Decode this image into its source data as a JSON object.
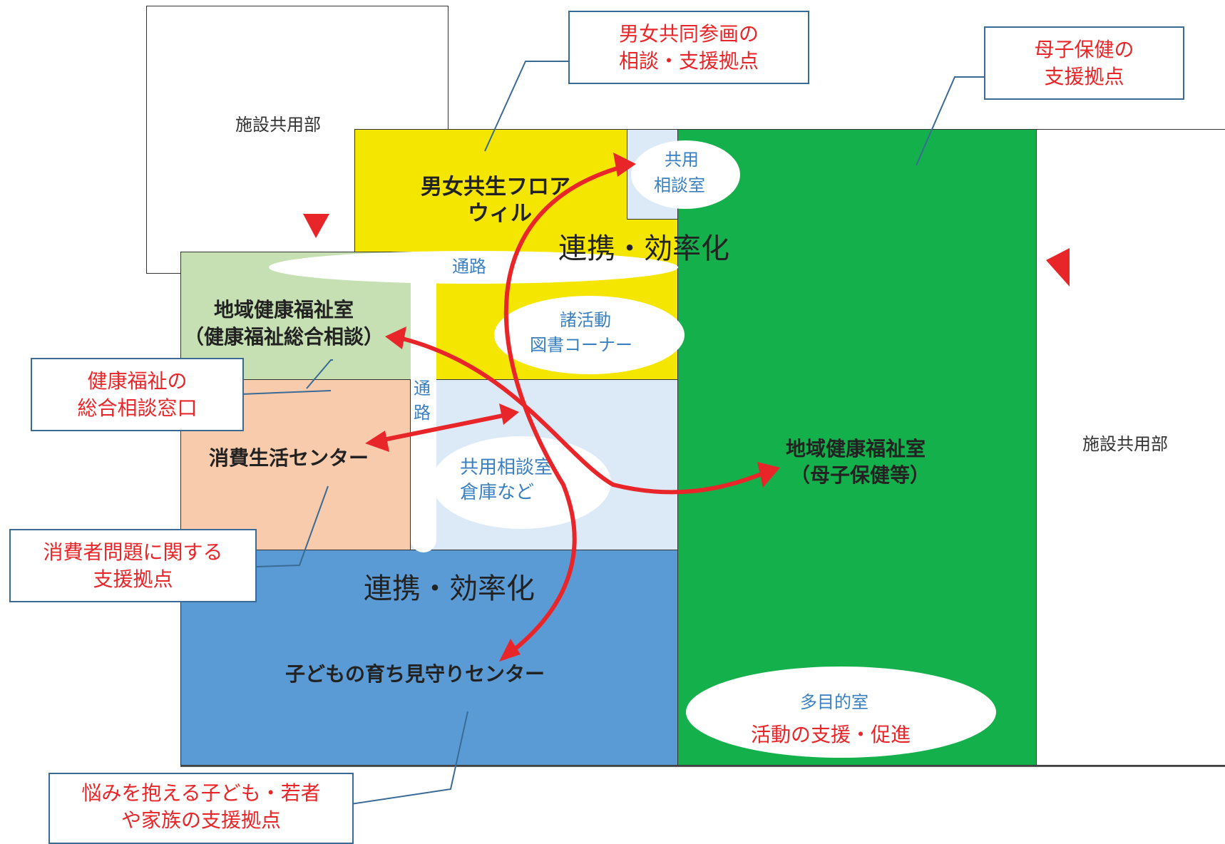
{
  "colors": {
    "yellow": "#f5e600",
    "light_green": "#c6e0b4",
    "peach": "#f8cbad",
    "light_blue": "#dce9f7",
    "blue": "#5b9bd5",
    "green": "#14b04c",
    "arrow_red": "#e8262a",
    "callout_border": "#3a6b95",
    "oval_text_blue": "#3a80c0"
  },
  "rooms": {
    "common_left_label": "施設共用部",
    "common_right_label": "施設共用部",
    "gender_floor_line1": "男女共生フロア",
    "gender_floor_line2": "ウィル",
    "shared_consult_small_line1": "共用",
    "shared_consult_small_line2": "相談室",
    "health_welfare_line1": "地域健康福祉室",
    "health_welfare_line2": "（健康福祉総合相談）",
    "consumer_center": "消費生活センター",
    "shared_storage_line1": "共用相談室",
    "shared_storage_line2": "倉庫など",
    "child_center": "子どもの育ち見守りセンター",
    "maternal_health_line1": "地域健康福祉室",
    "maternal_health_line2": "（母子保健等）"
  },
  "ovals": {
    "passage_horizontal": "通路",
    "passage_vertical_1": "通",
    "passage_vertical_2": "路",
    "activities_line1": "諸活動",
    "activities_line2": "図書コーナー",
    "multipurpose_line1": "多目的室",
    "multipurpose_line2": "活動の支援・促進"
  },
  "labels": {
    "cooperation_top": "連携・効率化",
    "cooperation_bottom": "連携・効率化"
  },
  "callouts": {
    "gender_equality_line1": "男女共同参画の",
    "gender_equality_line2": "相談・支援拠点",
    "maternal_line1": "母子保健の",
    "maternal_line2": "支援拠点",
    "health_welfare_line1": "健康福祉の",
    "health_welfare_line2": "総合相談窓口",
    "consumer_line1": "消費者問題に関する",
    "consumer_line2": "支援拠点",
    "youth_line1": "悩みを抱える子ども・若者",
    "youth_line2": "や家族の支援拠点"
  },
  "markers": {
    "entrance_top": "entrance-triangle-down",
    "entrance_right": "entrance-triangle-left"
  }
}
